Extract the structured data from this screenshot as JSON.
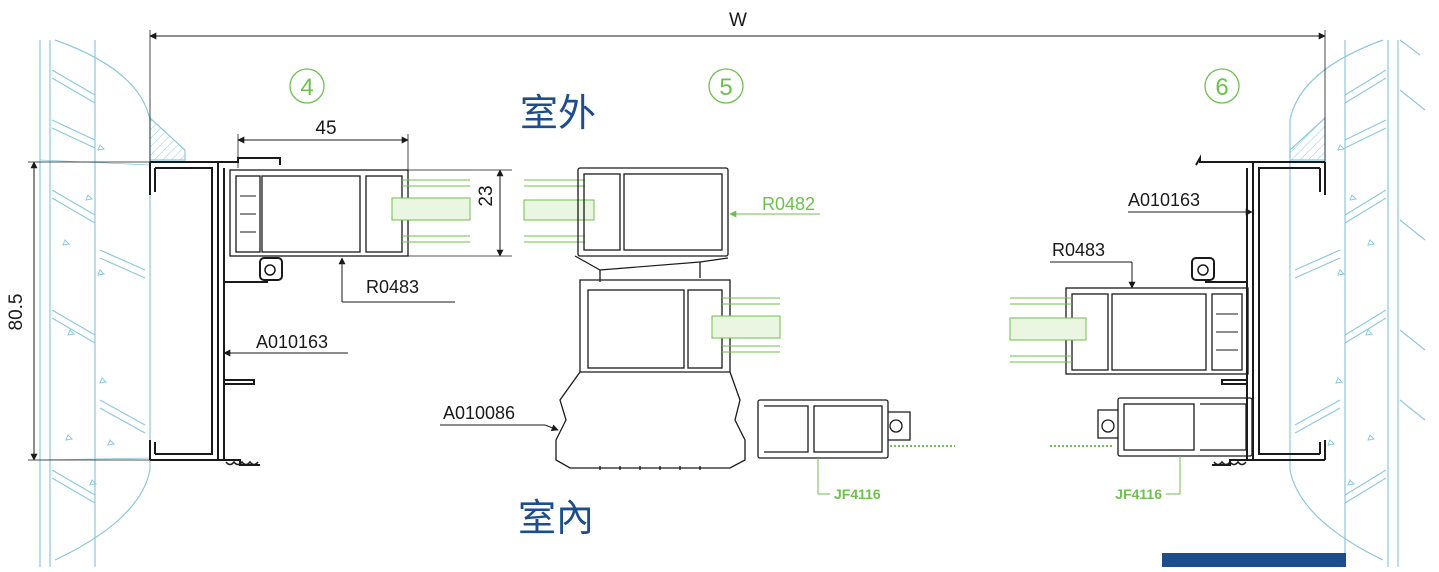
{
  "labels": {
    "overall_width": "W",
    "section_left": "4",
    "section_middle": "5",
    "section_right": "6",
    "outside": "室外",
    "inside": "室內",
    "dim_45": "45",
    "dim_23": "23",
    "dim_80_5": "80.5",
    "r0483_left": "R0483",
    "a010163_left": "A010163",
    "r0482": "R0482",
    "a010086": "A010086",
    "jf4116_mid": "JF4116",
    "a010163_right": "A010163",
    "r0483_right": "R0483",
    "jf4116_right": "JF4116"
  },
  "colors": {
    "ink": "#1a1a1a",
    "accent_green": "#6cc24a",
    "label_blue": "#1e4d8c",
    "wall_line": "#8ec9dc",
    "corner_bar": "#1e4d8c"
  }
}
